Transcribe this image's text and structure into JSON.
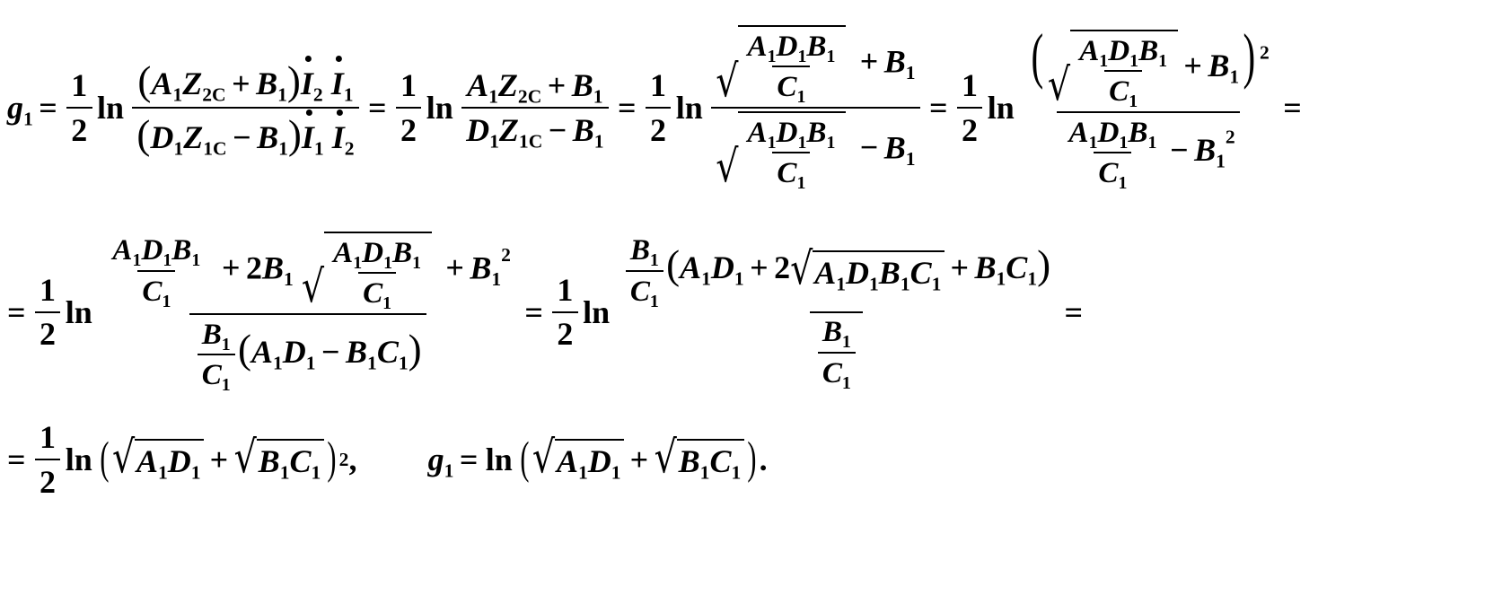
{
  "symbols": {
    "g": "g",
    "one": "1",
    "two": "2",
    "half_num": "1",
    "half_den": "2",
    "ln": "ln",
    "eq": "=",
    "plus": "+",
    "minus": "−",
    "A": "A",
    "B": "B",
    "C": "C",
    "D": "D",
    "Z": "Z",
    "I": "I",
    "sub1": "1",
    "sub2": "2",
    "sub2C": "2C",
    "sub1C": "1C",
    "sq": "2",
    "comma": ",",
    "period": "."
  }
}
